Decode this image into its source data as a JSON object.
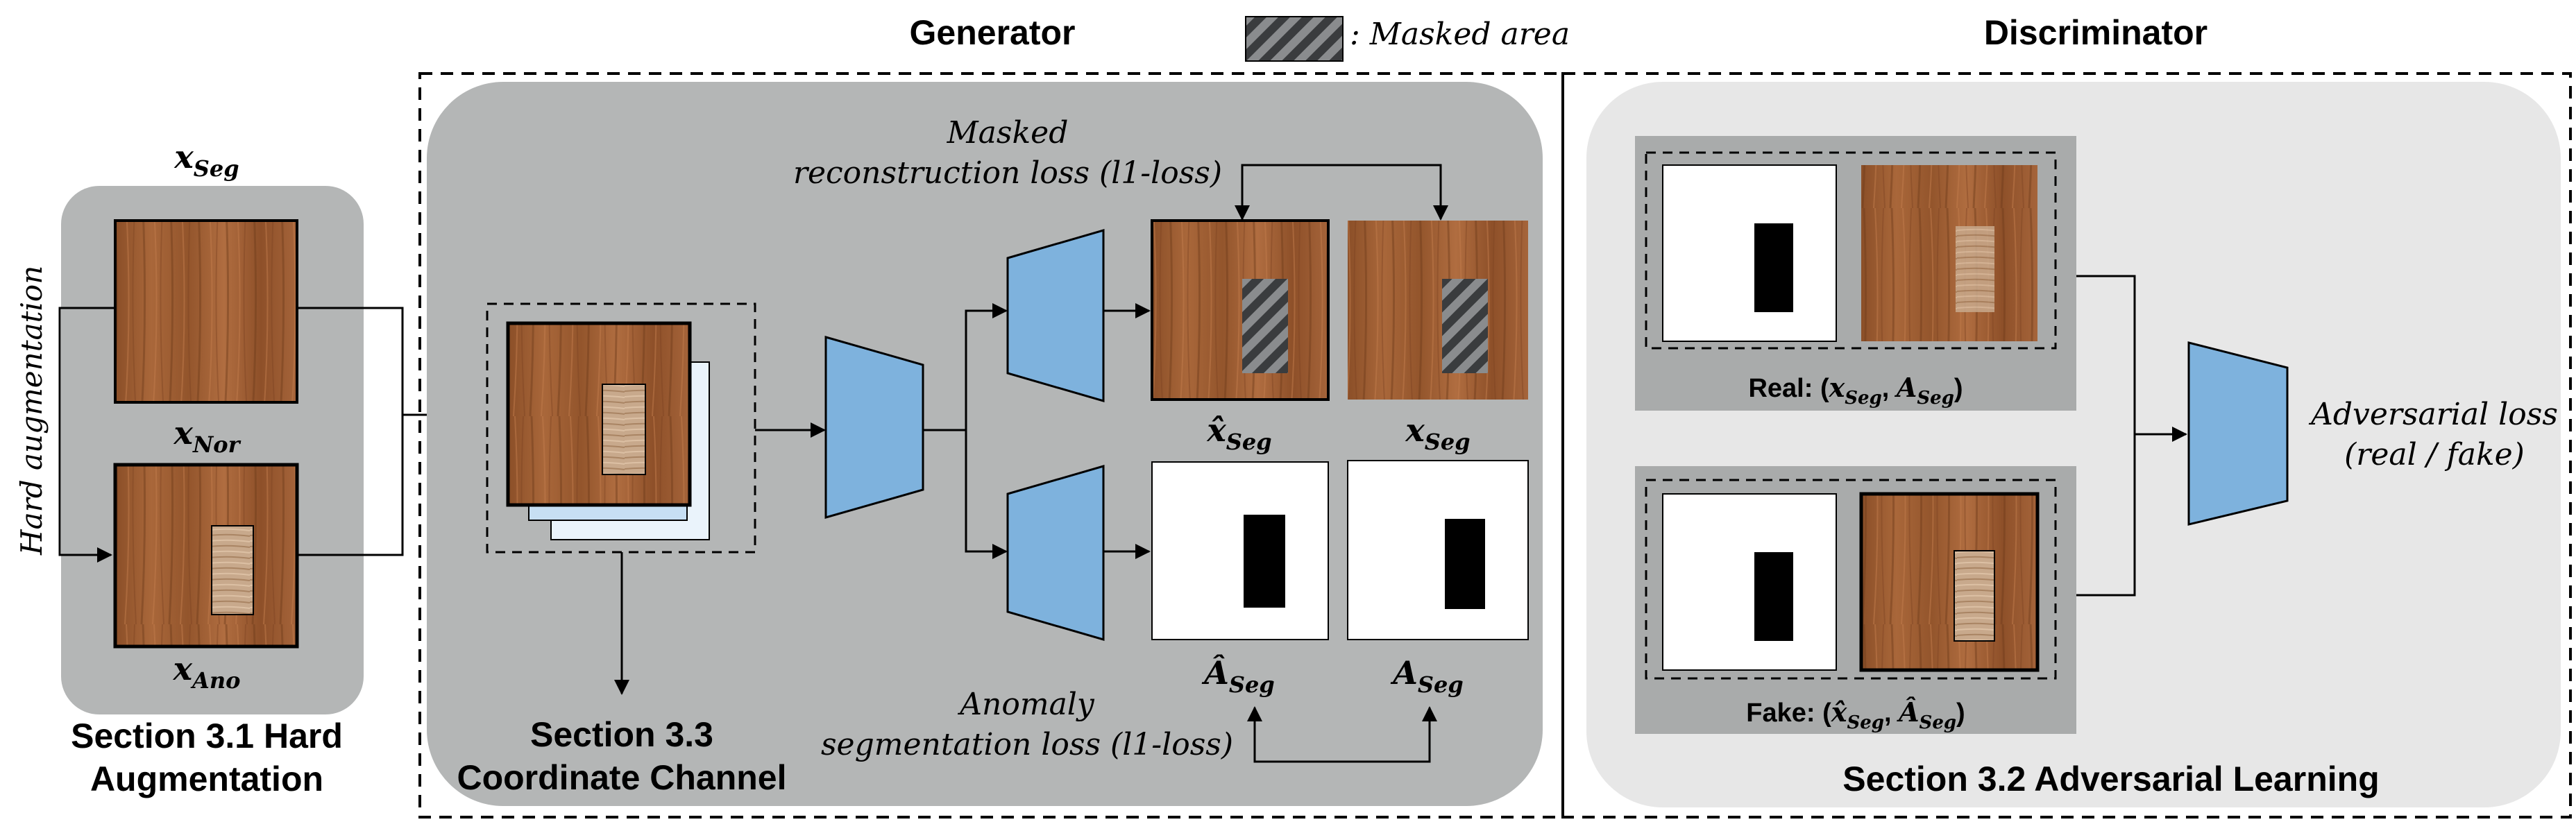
{
  "headings": {
    "generator": "Generator",
    "discriminator": "Discriminator",
    "legend_label": ": Masked area"
  },
  "sections": {
    "s31_line1": "Section 3.1 Hard",
    "s31_line2": "Augmentation",
    "s33_line1": "Section 3.3",
    "s33_line2": "Coordinate Channel",
    "s32": "Section 3.2 Adversarial Learning"
  },
  "augmentation": {
    "side_word1": "Hard",
    "side_word2": "augmentation",
    "top_var": "x",
    "top_sub": "Seg",
    "mid_var": "x",
    "mid_sub": "Nor",
    "bottom_var": "x",
    "bottom_sub": "Ano"
  },
  "generator": {
    "masked_loss_line1": "Masked",
    "masked_loss_line2": "reconstruction loss (l1-loss)",
    "anomaly_loss_line1": "Anomaly",
    "anomaly_loss_line2": "segmentation loss (l1-loss)",
    "out_x_hat_var": "x̂",
    "out_x_hat_sub": "Seg",
    "out_x_var": "x",
    "out_x_sub": "Seg",
    "out_a_hat_var": "Â",
    "out_a_hat_sub": "Seg",
    "out_a_var": "A",
    "out_a_sub": "Seg"
  },
  "discriminator": {
    "real_prefix": "Real: (",
    "real_x": "x",
    "real_x_sub": "Seg",
    "real_sep": ", ",
    "real_a": "A",
    "real_a_sub": "Seg",
    "real_suffix": ")",
    "fake_prefix": "Fake: (",
    "fake_x": "x̂",
    "fake_x_sub": "Seg",
    "fake_sep": ", ",
    "fake_a": "Â",
    "fake_a_sub": "Seg",
    "fake_suffix": ")",
    "loss_line1": "Adversarial loss",
    "loss_line2": "(real / fake)"
  },
  "colors": {
    "network_blue": "#7eb2dd",
    "gray_panel": "#b4b6b6",
    "light_panel": "#e7e7e7",
    "inner_panel": "#a9abab",
    "wood_base": "#9a5a30"
  }
}
